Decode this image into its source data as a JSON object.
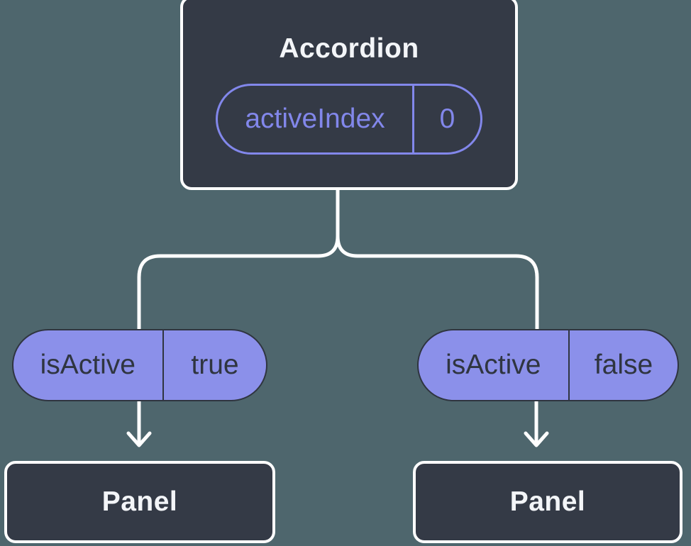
{
  "colors": {
    "background": "#4E666D",
    "node_fill": "#343A46",
    "node_border": "#FFFFFF",
    "node_title_text": "#F3F5F8",
    "state_pill_accent": "#8287EB",
    "prop_pill_fill": "#8B90EA",
    "prop_pill_text": "#2F3540",
    "connector": "#FFFFFF"
  },
  "root_node": {
    "title": "Accordion",
    "state": {
      "name": "activeIndex",
      "value": "0"
    }
  },
  "branches": [
    {
      "prop": {
        "name": "isActive",
        "value": "true"
      },
      "child": {
        "title": "Panel"
      }
    },
    {
      "prop": {
        "name": "isActive",
        "value": "false"
      },
      "child": {
        "title": "Panel"
      }
    }
  ]
}
